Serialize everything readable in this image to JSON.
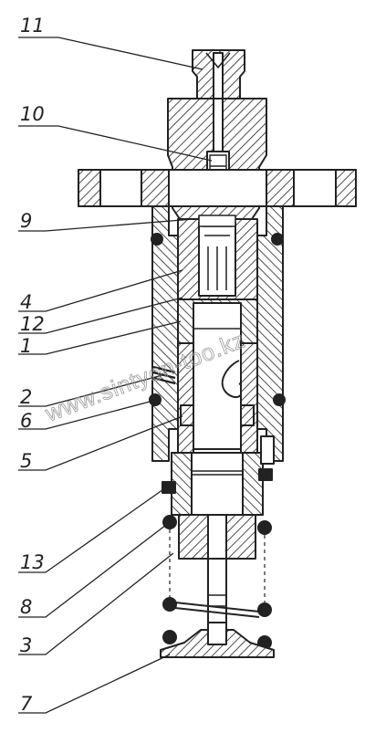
{
  "diagram": {
    "watermark": "www.sintyon-too.kz",
    "labels": [
      {
        "id": "11",
        "text": "11"
      },
      {
        "id": "10",
        "text": "10"
      },
      {
        "id": "9",
        "text": "9"
      },
      {
        "id": "4",
        "text": "4"
      },
      {
        "id": "12",
        "text": "12"
      },
      {
        "id": "1",
        "text": "1"
      },
      {
        "id": "2",
        "text": "2"
      },
      {
        "id": "6",
        "text": "6"
      },
      {
        "id": "5",
        "text": "5"
      },
      {
        "id": "13",
        "text": "13"
      },
      {
        "id": "8",
        "text": "8"
      },
      {
        "id": "3",
        "text": "3"
      },
      {
        "id": "7",
        "text": "7"
      }
    ],
    "colors": {
      "ink": "#222222",
      "paper": "#ffffff",
      "watermark": "#9a9a9a"
    }
  }
}
